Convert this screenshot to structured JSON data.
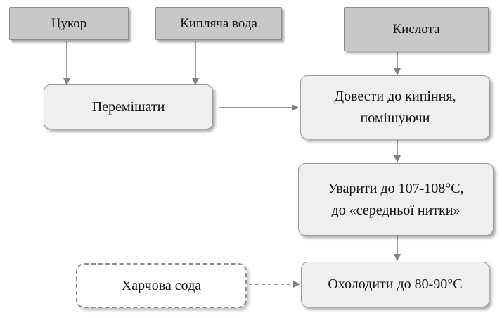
{
  "inputs": {
    "sugar": "Цукор",
    "boiling_water": "Кипляча вода",
    "acid": "Кислота",
    "baking_soda": "Харчова сода"
  },
  "steps": {
    "mix": "Перемішати",
    "boil_line1": "Довести до кипіння,",
    "boil_line2": "помішуючи",
    "cook_line1": "Уварити до 107-108°С,",
    "cook_line2": "до «середньої нитки»",
    "cool": "Охолодити до 80-90°С"
  },
  "colors": {
    "input_fill": "#c8c8c8",
    "step_fill": "#efefef",
    "arrow": "#7f7f7f"
  }
}
